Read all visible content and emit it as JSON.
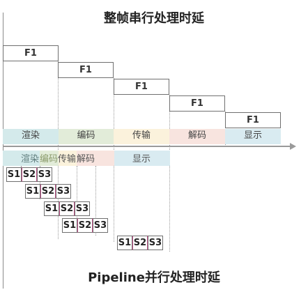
{
  "titles": {
    "serial": "整帧串行处理时延",
    "pipeline": "Pipeline并行处理时延"
  },
  "serial": {
    "frames": [
      "F1",
      "F1",
      "F1",
      "F1",
      "F1"
    ],
    "stages": [
      "渲染",
      "编码",
      "传输",
      "解码",
      "显示"
    ]
  },
  "pipeline": {
    "stages": [
      "渲染",
      "编码",
      "传输",
      "解码",
      "显示"
    ],
    "slices": [
      "S1",
      "S2",
      "S3"
    ]
  },
  "colors": {
    "render": "#d4eaeb",
    "encode": "#e2ecd9",
    "transmit": "#fbf2dc",
    "decode": "#f8e4df",
    "display": "#d9ebf1",
    "slice_divider": "#c0548a"
  }
}
